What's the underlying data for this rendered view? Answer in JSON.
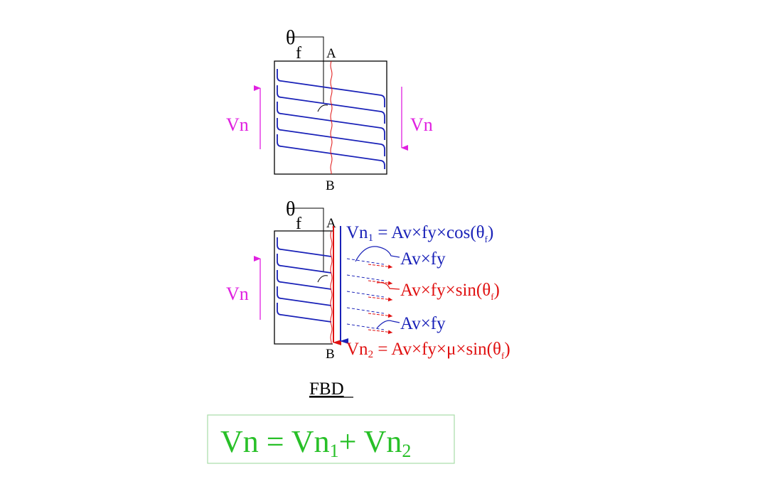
{
  "top": {
    "theta": "θ",
    "theta_sub": "f",
    "point_a": "A",
    "point_b": "B",
    "left_force": "Vn",
    "right_force": "Vn"
  },
  "bottom": {
    "theta": "θ",
    "theta_sub": "f",
    "point_a": "A",
    "point_b": "B",
    "left_force": "Vn",
    "vn1": {
      "main": "Vn",
      "sub": "1",
      "expr": " = Av×fy×cos(θ",
      "expr_sub": "f",
      "close": ")"
    },
    "label_avfy_1": "Av×fy",
    "label_sin": {
      "main": "Av×fy×sin(θ",
      "sub": "f",
      "close": ")"
    },
    "label_avfy_2": "Av×fy",
    "vn2": {
      "main": "Vn",
      "sub": "2",
      "expr": " = Av×fy×μ×sin(θ",
      "expr_sub": "f",
      "close": ")"
    }
  },
  "caption": "FBD",
  "equation": {
    "lhs": "Vn = Vn",
    "sub1": "1",
    "plus": "+  Vn",
    "sub2": "2"
  },
  "colors": {
    "force_arrow": "#e020e0",
    "stirrup": "#1a22b8",
    "crack": "#e01010",
    "equation": "#28c028"
  }
}
